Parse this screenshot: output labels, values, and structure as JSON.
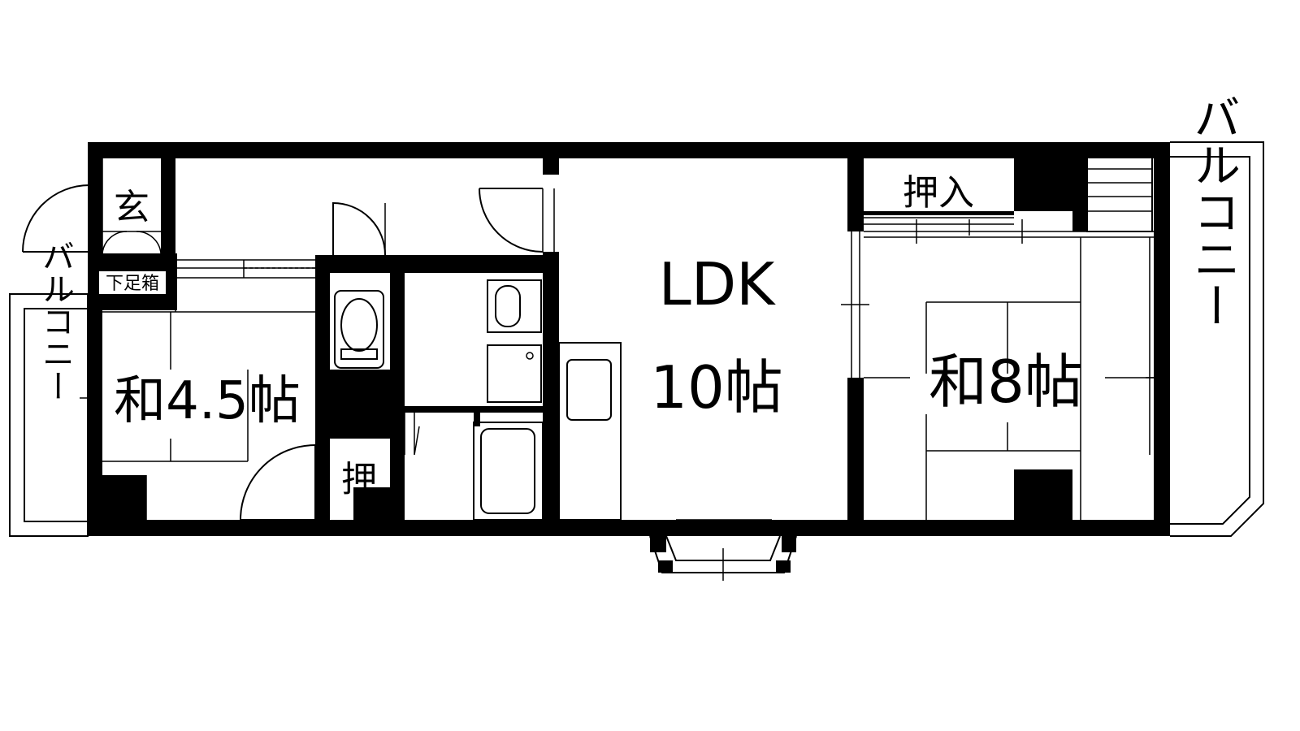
{
  "floor_plan": {
    "rooms": {
      "entrance": "玄",
      "shoe_box": "下足箱",
      "washitsu_small": "和4.5帖",
      "closet_small": "押",
      "ldk_name": "LDK",
      "ldk_size": "10帖",
      "washitsu_large": "和8帖",
      "closet_large": "押入",
      "balcony_left": "バルコニー",
      "balcony_right": "バルコニー"
    },
    "colors": {
      "wall": "#000000",
      "background": "#ffffff"
    }
  }
}
